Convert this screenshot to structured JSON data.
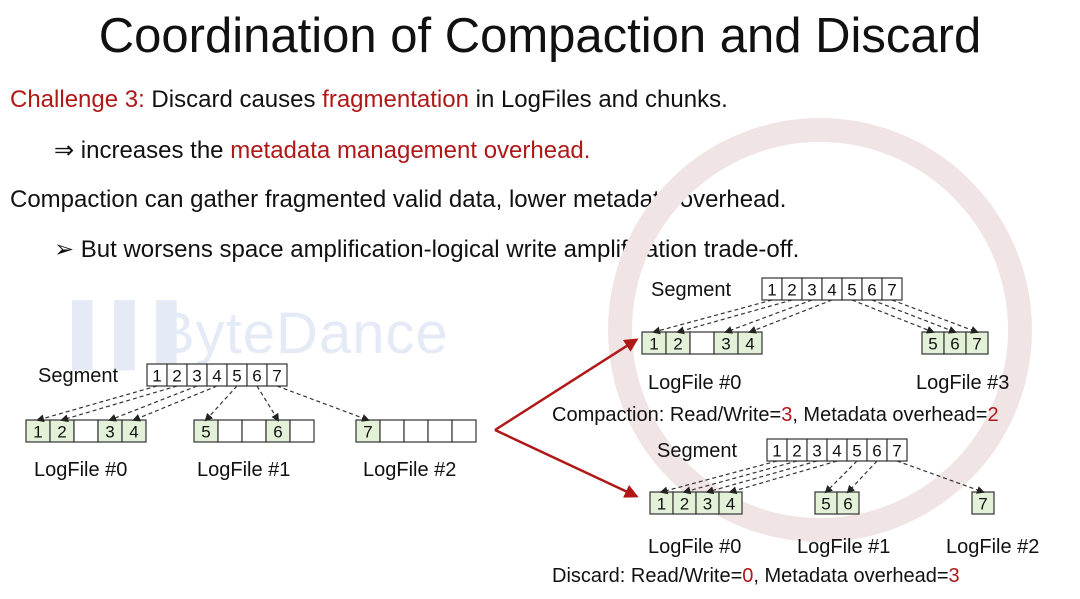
{
  "title": "Coordination of Compaction and Discard",
  "lines": {
    "l1": {
      "a": "Challenge 3:",
      "b": " Discard causes ",
      "c": "fragmentation",
      "d": " in LogFiles and chunks."
    },
    "l2": {
      "a": "⇒ increases the ",
      "b": "metadata management overhead."
    },
    "l3": "Compaction can gather fragmented valid data, lower metadata overhead.",
    "l4": "➢ But worsens space amplification-logical write amplification trade-off."
  },
  "watermark": "ByteDance",
  "labels": {
    "segment": "Segment",
    "logfile0": "LogFile #0",
    "logfile1": "LogFile #1",
    "logfile2": "LogFile #2",
    "logfile3": "LogFile #3"
  },
  "segment_cells": [
    "1",
    "2",
    "3",
    "4",
    "5",
    "6",
    "7"
  ],
  "left": {
    "lf0": [
      "1",
      "2",
      "",
      "3",
      "4"
    ],
    "lf1": [
      "5",
      "",
      "",
      "6",
      ""
    ],
    "lf2": [
      "7",
      "",
      "",
      "",
      ""
    ]
  },
  "compaction": {
    "lf0": [
      "1",
      "2",
      "",
      "3",
      "4"
    ],
    "lf3": [
      "5",
      "6",
      "7"
    ],
    "caption_prefix": "Compaction: Read/Write=",
    "rw_value": "3",
    "caption_mid": ", Metadata overhead=",
    "meta_value": "2"
  },
  "discard": {
    "lf0": [
      "1",
      "2",
      "3",
      "4"
    ],
    "lf1": [
      "5",
      "6"
    ],
    "lf2": [
      "7"
    ],
    "caption_prefix": "Discard: Read/Write=",
    "rw_value": "0",
    "caption_mid": ", Metadata overhead=",
    "meta_value": "3"
  },
  "colors": {
    "accent_red": "#b01818",
    "cell_green": "#e3f1d9",
    "arrow_red": "#b01818"
  }
}
